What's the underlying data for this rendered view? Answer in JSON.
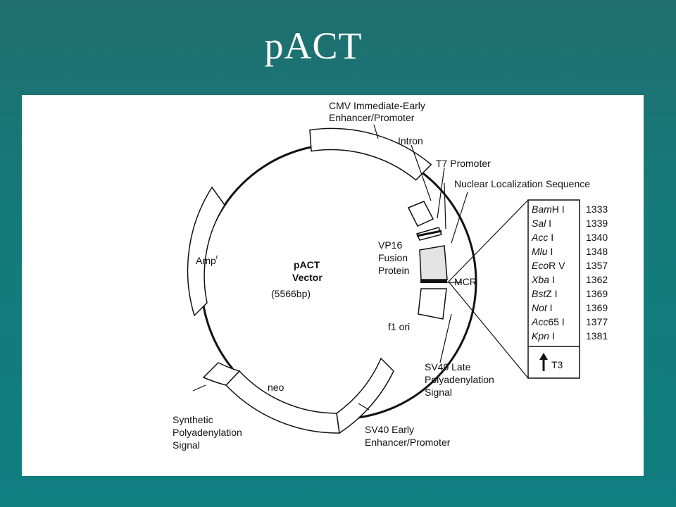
{
  "slide": {
    "title": "pACT"
  },
  "colors": {
    "background": "#157a7a",
    "panel": "#ffffff",
    "line": "#111111",
    "shaded_segment": "#e4e4e4"
  },
  "plasmid": {
    "name_line1": "pACT",
    "name_line2": "Vector",
    "size": "(5566bp)"
  },
  "features": {
    "cmv_line1": "CMV Immediate-Early",
    "cmv_line2": "Enhancer/Promoter",
    "intron": "Intron",
    "t7": "T7 Promoter",
    "nls": "Nuclear Localization Sequence",
    "vp16_line1": "VP16",
    "vp16_line2": "Fusion",
    "vp16_line3": "Protein",
    "mcr": "MCR",
    "f1": "f1 ori",
    "sv40late_line1": "SV40 Late",
    "sv40late_line2": "Polyadenylation",
    "sv40late_line3": "Signal",
    "sv40early_line1": "SV40 Early",
    "sv40early_line2": "Enhancer/Promoter",
    "neo": "neo",
    "synth_line1": "Synthetic",
    "synth_line2": "Polyadenylation",
    "synth_line3": "Signal",
    "amp": "Amp",
    "amp_sup": "r"
  },
  "mcr_sites": [
    {
      "enzyme_italic": "Bam",
      "enzyme_rest": "H I",
      "position": "1333"
    },
    {
      "enzyme_italic": "Sal",
      "enzyme_rest": " I",
      "position": "1339"
    },
    {
      "enzyme_italic": "Acc",
      "enzyme_rest": " I",
      "position": "1340"
    },
    {
      "enzyme_italic": "Mlu",
      "enzyme_rest": " I",
      "position": "1348"
    },
    {
      "enzyme_italic": "Eco",
      "enzyme_rest": "R V",
      "position": "1357"
    },
    {
      "enzyme_italic": "Xba",
      "enzyme_rest": " I",
      "position": "1362"
    },
    {
      "enzyme_italic": "Bst",
      "enzyme_rest": "Z I",
      "position": "1369"
    },
    {
      "enzyme_italic": "Not",
      "enzyme_rest": " I",
      "position": "1369"
    },
    {
      "enzyme_italic": "Acc",
      "enzyme_rest": "65 I",
      "position": "1377"
    },
    {
      "enzyme_italic": "Kpn",
      "enzyme_rest": " I",
      "position": "1381"
    }
  ],
  "t3_label": "T3",
  "t3_icon": "up-arrow-icon"
}
